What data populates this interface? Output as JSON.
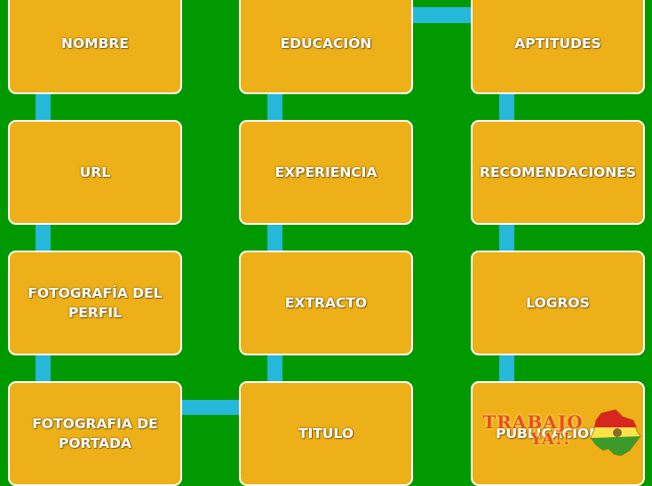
{
  "nodes": {
    "nombre": "NOMBRE",
    "educacion": "EDUCACIÓN",
    "aptitudes": "APTITUDES",
    "url": "URL",
    "experiencia": "EXPERIENCIA",
    "recomendaciones": "RECOMENDACIONES",
    "fotografia_perfil": "FOTOGRAFÍA DEL\nPERFIL",
    "extracto": "EXTRACTO",
    "logros": "LOGROS",
    "fotografia_portada": "FOTOGRAFIA DE\nPORTADA",
    "titulo": "TITULO",
    "publicaciones": "PUBLICACIONES"
  },
  "logo": {
    "line1": "TRABAJO",
    "line2": "YA!!"
  },
  "colors": {
    "background": "#009900",
    "box_fill": "#EDB018",
    "box_border": "#FFFFFF",
    "connector": "#25B8D9",
    "logo_text": "#E84E22"
  }
}
